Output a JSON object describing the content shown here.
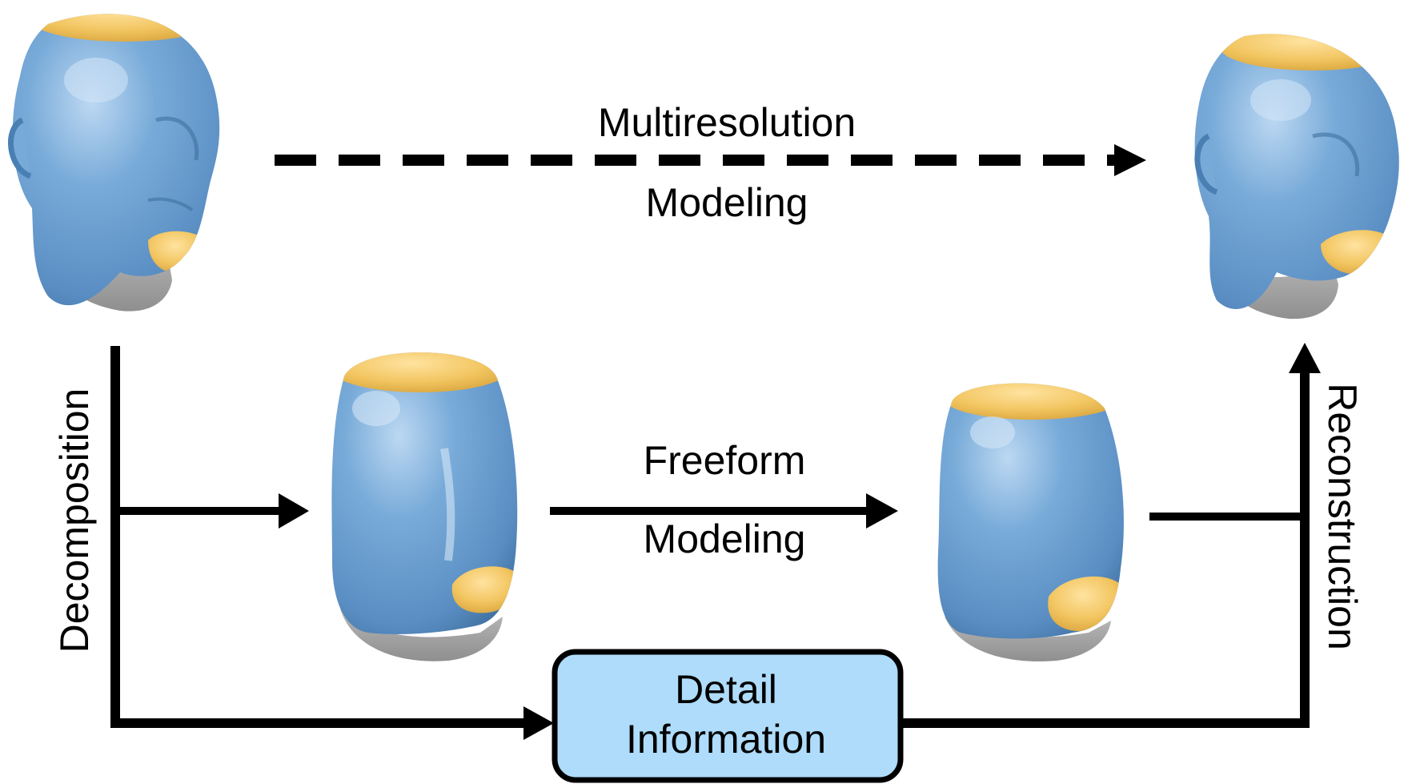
{
  "diagram": {
    "top_arrow": {
      "line1": "Multiresolution",
      "line2": "Modeling",
      "style": "dashed"
    },
    "middle_arrow": {
      "line1": "Freeform",
      "line2": "Modeling"
    },
    "left_label": "Decomposition",
    "right_label": "Reconstruction",
    "detail_box": {
      "line1": "Detail",
      "line2": "Information"
    },
    "colors": {
      "mesh_blue": "#6fa3d4",
      "mesh_blue_dark": "#4a7fb4",
      "mesh_yellow": "#f2c560",
      "mesh_gray": "#a8a8a8",
      "box_fill": "#aedcfa",
      "line": "#000000"
    },
    "icons": [
      "head-mesh-original",
      "head-mesh-deformed",
      "base-mesh-original",
      "base-mesh-deformed"
    ]
  }
}
